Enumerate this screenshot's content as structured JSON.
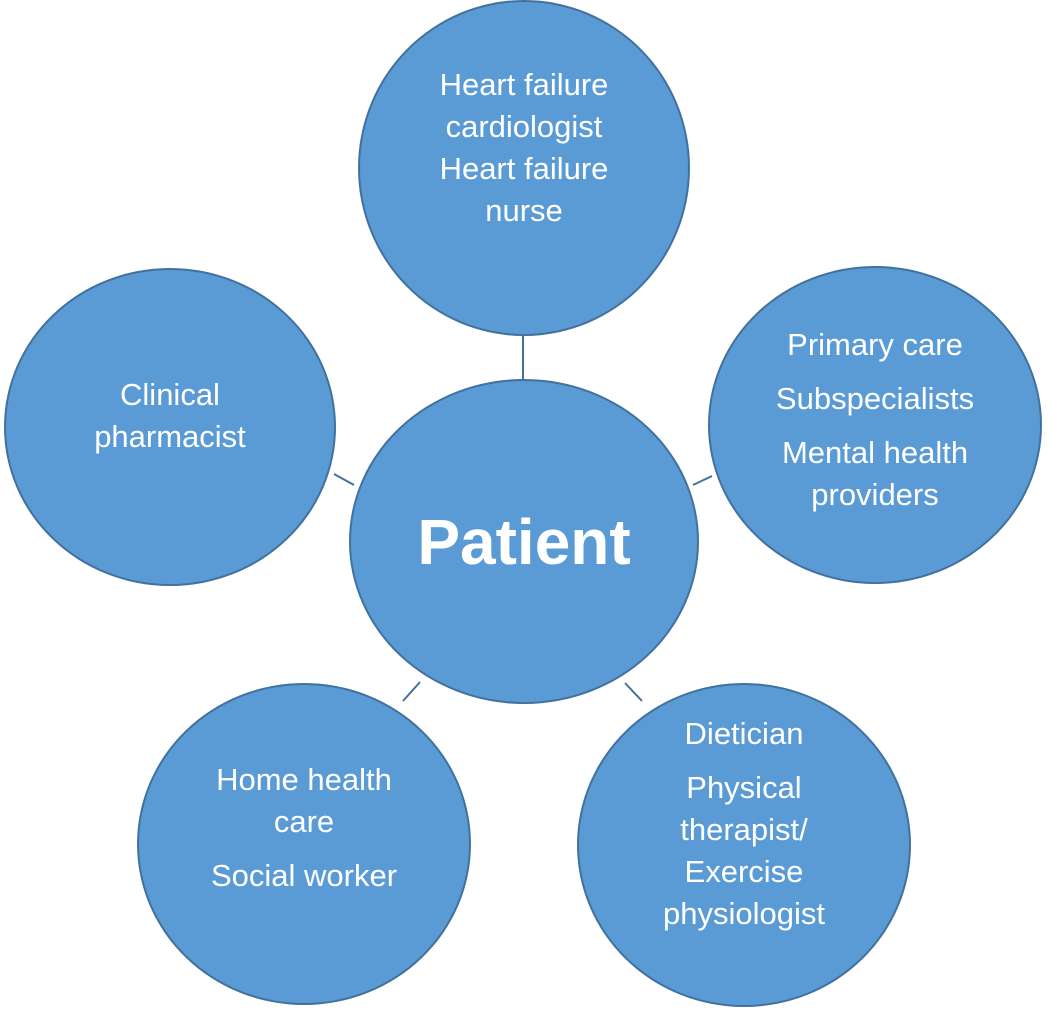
{
  "diagram": {
    "center": {
      "groups": [
        [
          "Patient"
        ]
      ]
    },
    "nodes": {
      "top": {
        "groups": [
          [
            "Heart failure",
            "cardiologist",
            "Heart failure",
            "nurse"
          ]
        ]
      },
      "left": {
        "groups": [
          [
            "Clinical",
            "pharmacist"
          ]
        ]
      },
      "right": {
        "groups": [
          [
            "Primary care"
          ],
          [
            "Subspecialists"
          ],
          [
            "Mental health",
            "providers"
          ]
        ]
      },
      "bottomleft": {
        "groups": [
          [
            "Home health",
            "care"
          ],
          [
            "Social worker"
          ]
        ]
      },
      "bottomright": {
        "groups": [
          [
            "Dietician"
          ],
          [
            "Physical",
            "therapist/",
            "Exercise",
            "physiologist"
          ]
        ]
      }
    },
    "colors": {
      "node_fill": "#5b9bd5",
      "node_border": "#41719c",
      "connector": "#41719c",
      "text": "#ffffff"
    }
  }
}
